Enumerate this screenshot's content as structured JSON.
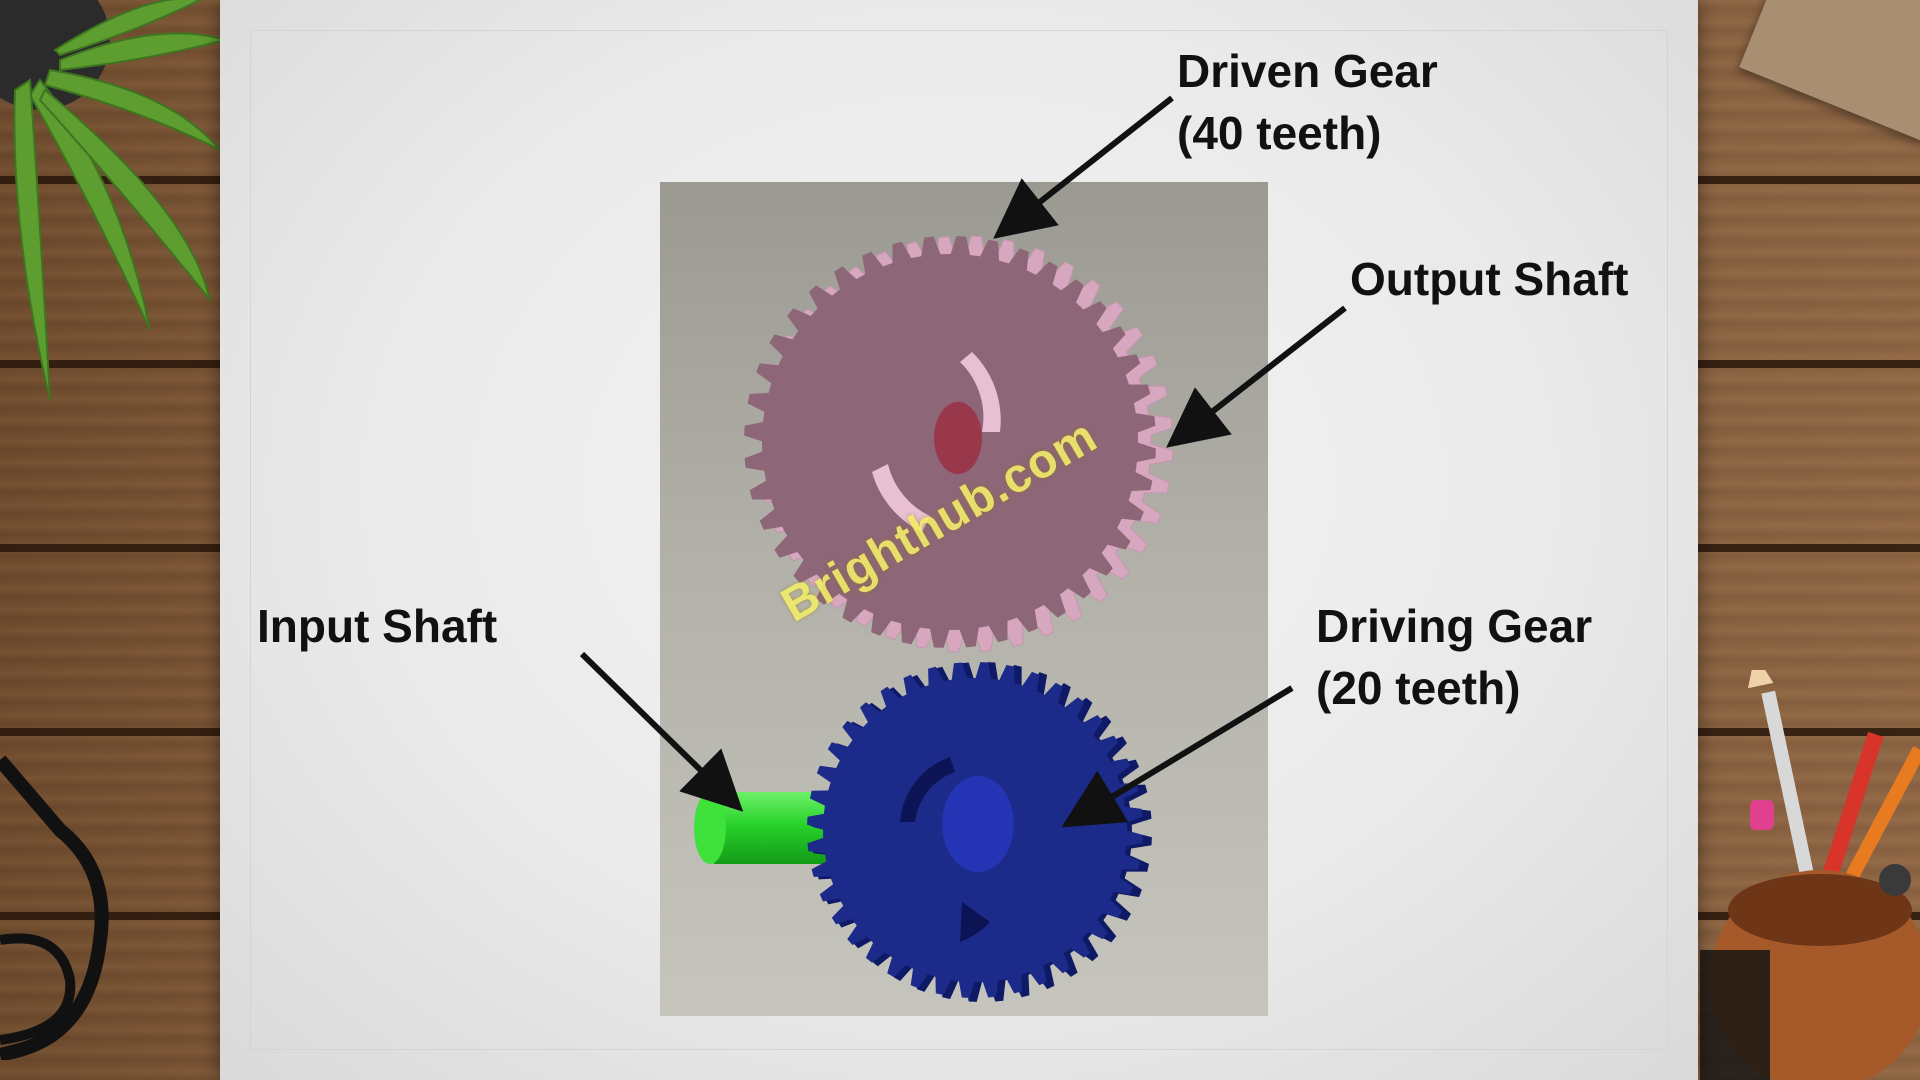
{
  "labels": {
    "driven_gear_line1": "Driven Gear",
    "driven_gear_line2": "(40 teeth)",
    "output_shaft": "Output Shaft",
    "input_shaft": "Input Shaft",
    "driving_gear_line1": "Driving Gear",
    "driving_gear_line2": "(20 teeth)"
  },
  "watermark": "Brighthub.com",
  "gears": {
    "driven": {
      "teeth": 40,
      "color": "#8d6678"
    },
    "driving": {
      "teeth": 20,
      "color": "#1c2a8a"
    }
  },
  "shafts": {
    "output": {
      "color": "#e22018"
    },
    "input": {
      "color": "#28d22a"
    }
  },
  "colors": {
    "board": "#ececec",
    "panel": "#b2b1a9",
    "watermark": "#f2ec6a",
    "arrow": "#111111"
  }
}
